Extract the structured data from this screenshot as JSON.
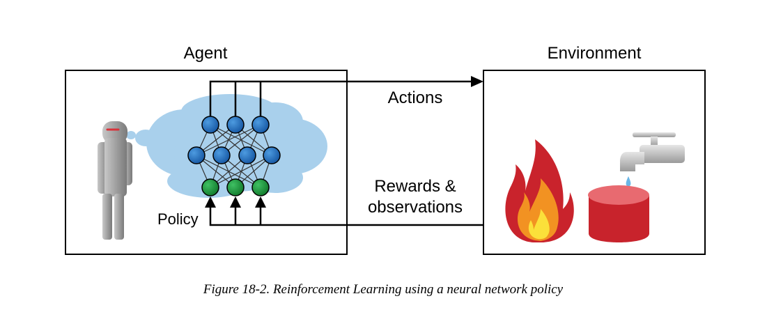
{
  "agent": {
    "title": "Agent",
    "policy_label": "Policy"
  },
  "environment": {
    "title": "Environment"
  },
  "arrows": {
    "actions_label": "Actions",
    "rewards_line1": "Rewards &",
    "rewards_line2": "observations"
  },
  "caption": "Figure 18-2. Reinforcement Learning using a neural network policy",
  "colors": {
    "node_blue": "#1f6fc0",
    "node_green": "#1e9e3f",
    "cloud": "#a9d0ec",
    "fire_red": "#c9232c",
    "fire_orange": "#f29222",
    "fire_yellow": "#fbe03a",
    "bucket_red": "#d12d34",
    "robot_gray": "#9a9a9a",
    "faucet_gray": "#bdbdbd"
  },
  "icons": [
    "robot-icon",
    "cloud-icon",
    "neural-network-icon",
    "fire-icon",
    "faucet-icon",
    "bucket-icon",
    "water-drop-icon"
  ]
}
